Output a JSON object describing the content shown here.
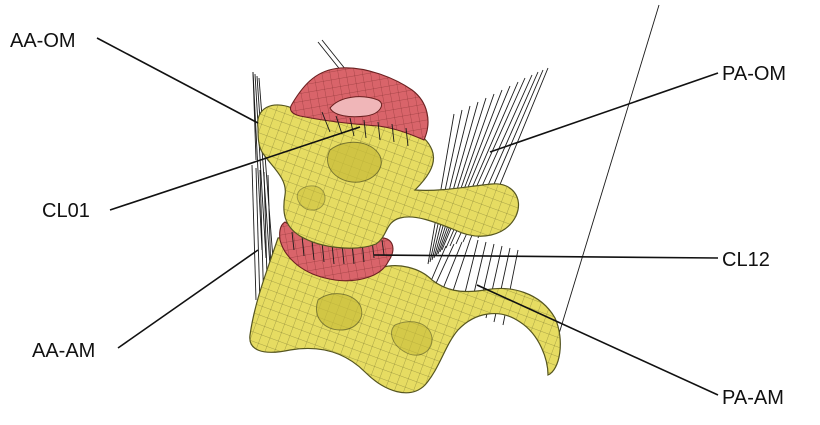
{
  "figure": {
    "labels": {
      "aa_om": "AA-OM",
      "pa_om": "PA-OM",
      "cl01": "CL01",
      "cl12": "CL12",
      "aa_am": "AA-AM",
      "pa_am": "PA-AM"
    },
    "colors": {
      "bone": "#e6dc62",
      "cartilage": "#d9646a",
      "ligament": "#1a1a1a",
      "background": "#ffffff"
    }
  }
}
